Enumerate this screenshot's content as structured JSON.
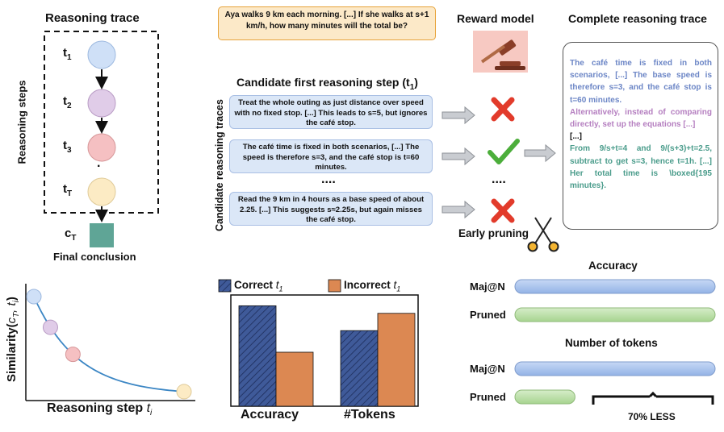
{
  "trace_panel": {
    "title": "Reasoning trace",
    "steps_label": "Reasoning steps",
    "steps": [
      "t1",
      "t2",
      "t3",
      "tT"
    ],
    "dots": ".",
    "conclusion_label": "cT",
    "conclusion_caption": "Final conclusion",
    "colors": {
      "t1": "#cfe0f7",
      "t2": "#e0cce8",
      "t3": "#f5c0c2",
      "tT": "#fcebc4",
      "conclusion": "#5fa596"
    }
  },
  "question": "Aya walks 9 km each morning. [...] If she walks at s+1 km/h, how many minutes will the total be?",
  "candidates": {
    "title": "Candidate first reasoning step (t1)",
    "side_label": "Candidate reasoning traces",
    "items": [
      "Treat the whole outing as just distance over speed with no fixed stop. [...] This leads to s=5, but ignores the café stop.",
      "The café time is fixed in both scenarios, [...] The speed is therefore s=3, and the café stop is t=60 minutes.",
      "Read the 9 km in 4 hours as a base speed of about 2.25. [...] This suggests s≈2.25s, but again misses the café stop."
    ],
    "ellipsis": "....",
    "verdicts": [
      "✗",
      "✔",
      "✗"
    ],
    "verdict_ellipsis": "...."
  },
  "reward_model": {
    "title": "Reward model",
    "icon": "gavel-icon"
  },
  "early_pruning": {
    "label": "Early pruning",
    "icon": "scissors-icon"
  },
  "complete_trace": {
    "title": "Complete reasoning trace",
    "p1": "The café time is fixed in both scenarios, [...] The base speed is therefore s=3, and the café stop is t=60 minutes.",
    "p2": "Alternatively, instead of comparing directly, set up the equations [...]",
    "p3": "[...]",
    "p4": "From 9/s+t=4 and 9/(s+3)+t=2.5, subtract to get s=3, hence t=1h. [...] Her total time is \\boxed{195 minutes}."
  },
  "similarity": {
    "ylabel": "Similarity(cT, ti)",
    "xlabel": "Reasoning step ti"
  },
  "bar_chart": {
    "legend": [
      "Correct t1",
      "Incorrect t1"
    ],
    "colors": {
      "correct": "#3f5a99",
      "incorrect": "#dc8852"
    },
    "chart_data": {
      "type": "bar",
      "categories": [
        "Accuracy",
        "#Tokens"
      ],
      "series": [
        {
          "name": "Correct t1",
          "values": [
            0.93,
            0.7
          ]
        },
        {
          "name": "Incorrect t1",
          "values": [
            0.5,
            0.86
          ]
        }
      ],
      "ylim": [
        0,
        1
      ]
    }
  },
  "pruning_results": {
    "accuracy_title": "Accuracy",
    "tokens_title": "Number of tokens",
    "maj_label": "Maj@N",
    "pruned_label": "Pruned",
    "less_label": "70% LESS",
    "colors": {
      "majority": "#aac4ee",
      "pruned": "#bcdeaa"
    },
    "accuracy": {
      "majority": 1.0,
      "pruned": 1.0
    },
    "tokens": {
      "majority": 1.0,
      "pruned": 0.3
    }
  }
}
